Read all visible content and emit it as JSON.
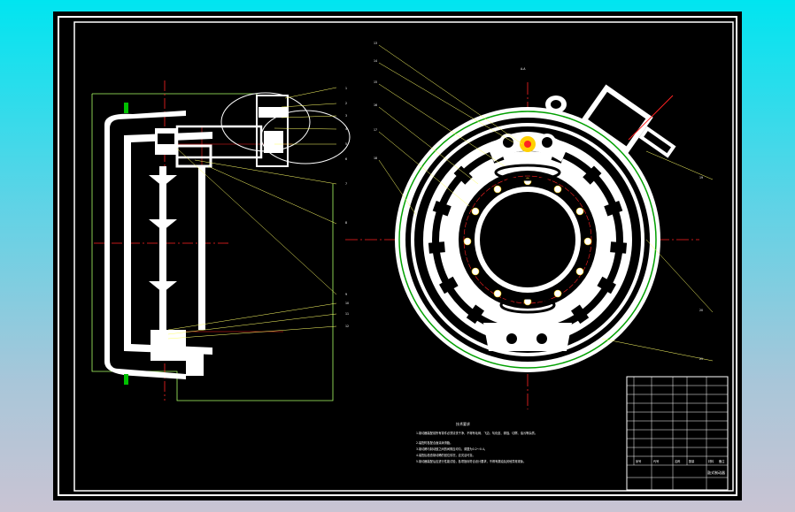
{
  "colors": {
    "background": "#000000",
    "frame": "#ffffff",
    "leader": "#ffff66",
    "centerline": "#ff2222",
    "part_fill": "#ffffff",
    "hatch": "#00a000",
    "highlight": "#ffd000"
  },
  "side_view": {
    "callouts": [
      "1",
      "2",
      "3",
      "4",
      "5",
      "6",
      "7",
      "8",
      "9",
      "10",
      "11",
      "12"
    ]
  },
  "front_view": {
    "view_label": "A-A",
    "callouts_left": [
      "13",
      "14",
      "15",
      "16",
      "17",
      "18"
    ],
    "callouts_right": [
      "19",
      "20",
      "21"
    ]
  },
  "technical_requirements": {
    "title": "技术要求",
    "lines": [
      "1.制动器装配前所有零件必须清洗干净，不得有毛刺、飞边、氧化皮、锈蚀、切屑、油污等杂质。",
      "2.装配时各配合面涂润滑脂。",
      "3.制动蹄与制动鼓之间的间隙应均匀，调整为0.2～0.4。",
      "4.装配后检查制动蹄的回位情况，应灵活可靠。",
      "5.制动器装配后应进行性能试验，各项指标符合设计要求，不得有漏油及其他异常现象。"
    ]
  },
  "title_block": {
    "drawing_title": "鼓式制动器",
    "rows": [
      "序号",
      "代号",
      "名称",
      "数量",
      "材料",
      "备注"
    ]
  }
}
